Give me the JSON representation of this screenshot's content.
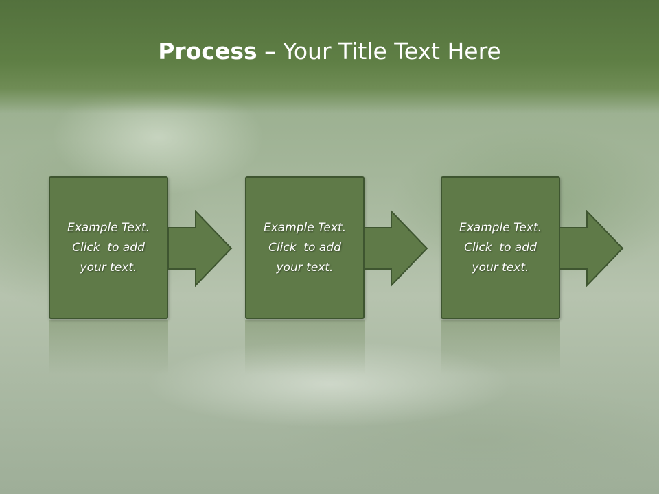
{
  "slide": {
    "title_bold": "Process",
    "title_rest": " – Your Title Text Here"
  },
  "steps": [
    {
      "lines": [
        "Example Text.",
        "Click  to add",
        "your text."
      ]
    },
    {
      "lines": [
        "Example Text.",
        "Click  to add",
        "your text."
      ]
    },
    {
      "lines": [
        "Example Text.",
        "Click  to add",
        "your text."
      ]
    }
  ],
  "colors": {
    "box_fill": "#5f7a48",
    "box_border": "#3e5530",
    "title_band": "#5a7a41"
  }
}
